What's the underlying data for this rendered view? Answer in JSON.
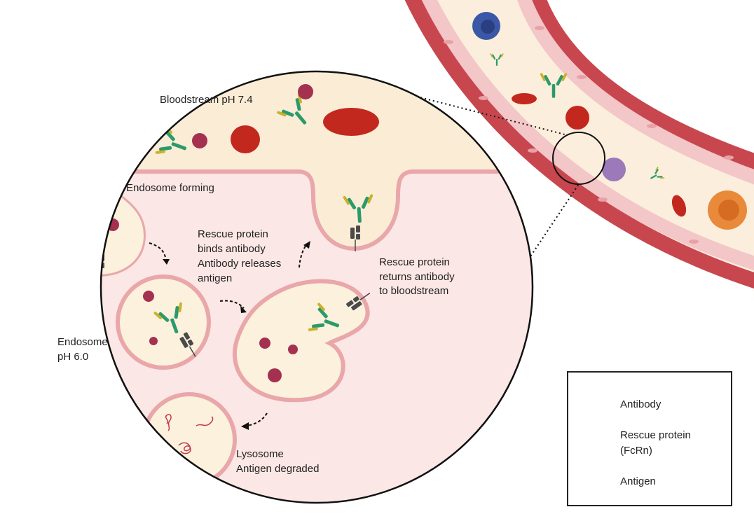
{
  "labels": {
    "bloodstream": "Bloodstream pH 7.4",
    "endosome_forming": "Endosome forming",
    "rescue_binds_1": "Rescue protein",
    "rescue_binds_2": "binds antibody",
    "rescue_binds_3": "Antibody releases",
    "rescue_binds_4": "antigen",
    "rescue_returns_1": "Rescue protein",
    "rescue_returns_2": "returns antibody",
    "rescue_returns_3": "to bloodstream",
    "endosome_ph_1": "Endosome",
    "endosome_ph_2": "pH 6.0",
    "lysosome_1": "Lysosome",
    "lysosome_2": "Antigen degraded"
  },
  "legend": {
    "antibody": "Antibody",
    "rescue_1": "Rescue protein",
    "rescue_2": "(FcRn)",
    "antigen": "Antigen"
  },
  "colors": {
    "vessel_wall": "#c8474f",
    "vessel_lumen": "#fbeedd",
    "endothelium": "#f3c6c8",
    "plasma": "#fbecd6",
    "cytoplasm": "#fbe7e5",
    "endosome_fill": "#fbf1dc",
    "membrane": "#e9a7aa",
    "antibody_green": "#2b9a6b",
    "antibody_yellow": "#c9b22c",
    "rescue_gray": "#4a4a4a",
    "antigen": "#a3314f",
    "rbc": "#c2281e",
    "lymphocyte": "#3a58a6",
    "macrophage": "#9c79b8",
    "neutrophil": "#e88a3a"
  }
}
